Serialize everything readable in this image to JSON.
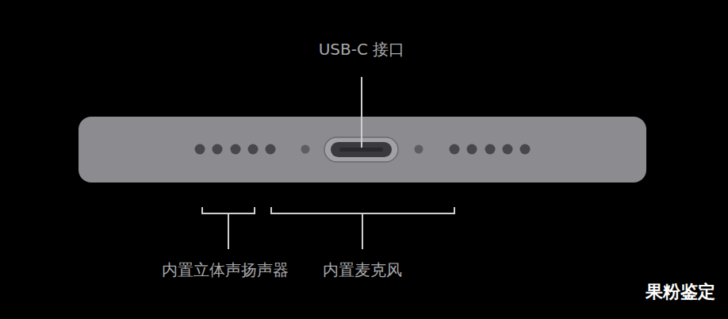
{
  "diagram": {
    "labels": [
      "USB-C 接口",
      "内置立体声扬声器",
      "内置麦克风",
      "果粉鉴定"
    ]
  }
}
